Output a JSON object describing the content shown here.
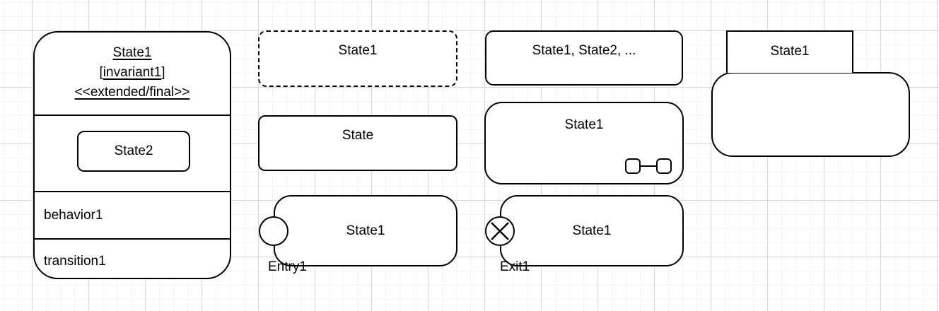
{
  "canvas": {
    "background": "#ffffff",
    "grid_minor_color": "#f4f4f4",
    "grid_major_color": "#d7d7d7",
    "grid_minor_size": 20,
    "grid_major_size": 80
  },
  "colors": {
    "stroke": "#000000",
    "fill": "#ffffff",
    "text": "#000000"
  },
  "shapes": {
    "composite_state": {
      "title": "State1",
      "invariant_open": "[",
      "invariant": "invariant1",
      "invariant_close": "]",
      "stereotype": "<<extended/final>>",
      "substate_label": "State2",
      "behavior_label": "behavior1",
      "transition_label": "transition1"
    },
    "dashed_state": {
      "label": "State1"
    },
    "simple_state": {
      "label": "State"
    },
    "multi_state": {
      "label": "State1, State2, ..."
    },
    "submachine_state": {
      "label": "State1",
      "icon": "submachine-connector-icon"
    },
    "entry_state": {
      "label": "State1",
      "port_label": "Entry1",
      "icon": "entry-point-circle-icon"
    },
    "exit_state": {
      "label": "State1",
      "port_label": "Exit1",
      "icon": "exit-point-circle-x-icon"
    },
    "tabbed_state": {
      "tab_label": "State1"
    }
  }
}
